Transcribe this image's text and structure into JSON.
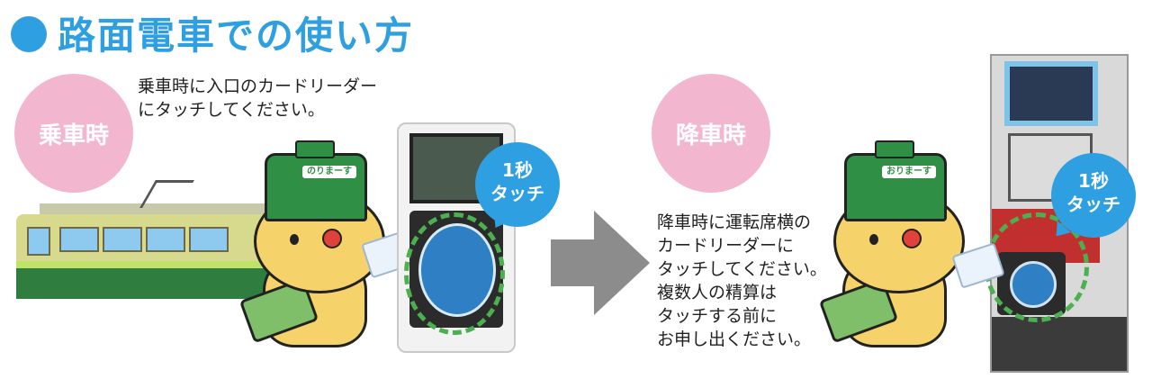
{
  "title": "路面電車での使い方",
  "boarding": {
    "label": "乗車時",
    "instruction_lines": [
      "乗車時に入口のカードリーダー",
      "にタッチしてください。"
    ],
    "bubble_lines": [
      "1秒",
      "タッチ"
    ],
    "nameplate": "のりまーす"
  },
  "alighting": {
    "label": "降車時",
    "instruction_lines": [
      "降車時に運転席横の",
      "カードリーダーに",
      "タッチしてください。",
      "複数人の精算は",
      "タッチする前に",
      "お申し出ください。"
    ],
    "bubble_lines": [
      "1秒",
      "タッチ"
    ],
    "nameplate": "おりまーす"
  },
  "colors": {
    "accent_blue": "#2e9fe0",
    "pink": "#f3b6cf",
    "tram_green": "#2f7d3f",
    "dash_green": "#4caf50",
    "arrow_gray": "#8c8c8c"
  },
  "icons": [
    "title-dot-icon",
    "right-arrow-icon",
    "tram-illustration",
    "cat-mascot-illustration",
    "card-reader-illustration",
    "fare-machine-illustration"
  ]
}
